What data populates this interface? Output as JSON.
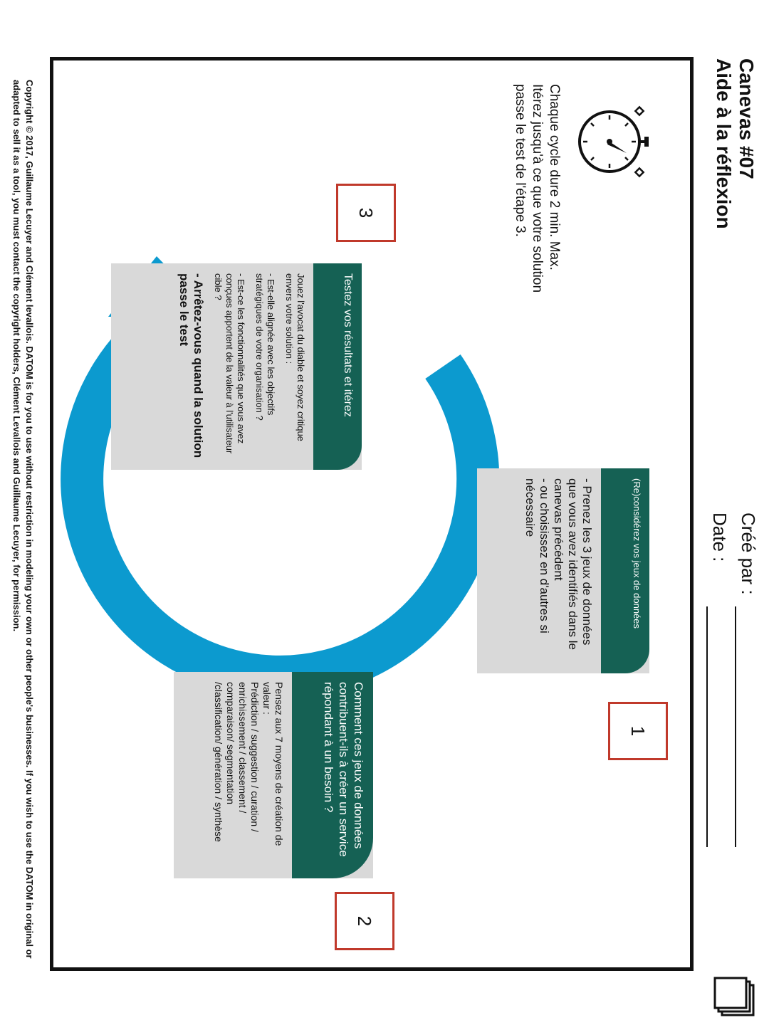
{
  "header": {
    "title": "Canevas #07",
    "subtitle": "Aide à la réflexion",
    "created_by_label": "Créé par :",
    "date_label": "Date :"
  },
  "intro": {
    "text": "Chaque cycle dure 2 min. Max. Itérez jusqu'à ce que votre solution passe le test de l'étape 3.",
    "icon": "stopwatch-icon"
  },
  "steps": [
    {
      "number": "1",
      "title": "(Re)considérez vos jeux de données",
      "lines": [
        "- Prenez les 3 jeux de données que vous avez identifiés dans le canevas précédent",
        " - ou choisissez en d'autres si nécessaire"
      ]
    },
    {
      "number": "2",
      "title": "Comment ces jeux de données contribuent-ils à créer un service répondant à un besoin ?",
      "lines": [
        "Pensez aux 7 moyens de création de valeur :",
        "Prédiction / suggestion / curation / enrichissement / classement / comparaison/ segmentation /classification/ génération / synthèse"
      ]
    },
    {
      "number": "3",
      "title": "Testez vos résultats et itérez",
      "lines": [
        "Jouez l'avocat du diable et soyez critique envers votre solution :",
        "- Est-elle alignée avec les objectifs stratégiques de votre organisation ?",
        "- Est-ce les fonctionnalités que vous avez conçues apportent de la valeur à l'utilisateur cible ?"
      ],
      "emphasis": "- Arrêtez-vous quand la solution passe le test"
    }
  ],
  "footer": {
    "copyright": "Copyright © 2017, Guillaume Lecuyer and Clément levallois. DATOM is for you to use without restriction in modeling your own or other people's businesses. If you wish to use the DATOM in original or adapted to sell it as a tool, you must contact the copyright holders, Clément Levallois and Guillaume Lecuyer, for permission."
  },
  "colors": {
    "cycle_arrow": "#0c9acf",
    "card_header": "#156154",
    "card_body": "#d9d9d9",
    "step_box_border": "#c0392b"
  },
  "icons": [
    "stopwatch-icon",
    "stacked-pages-icon",
    "cycle-arrow"
  ]
}
